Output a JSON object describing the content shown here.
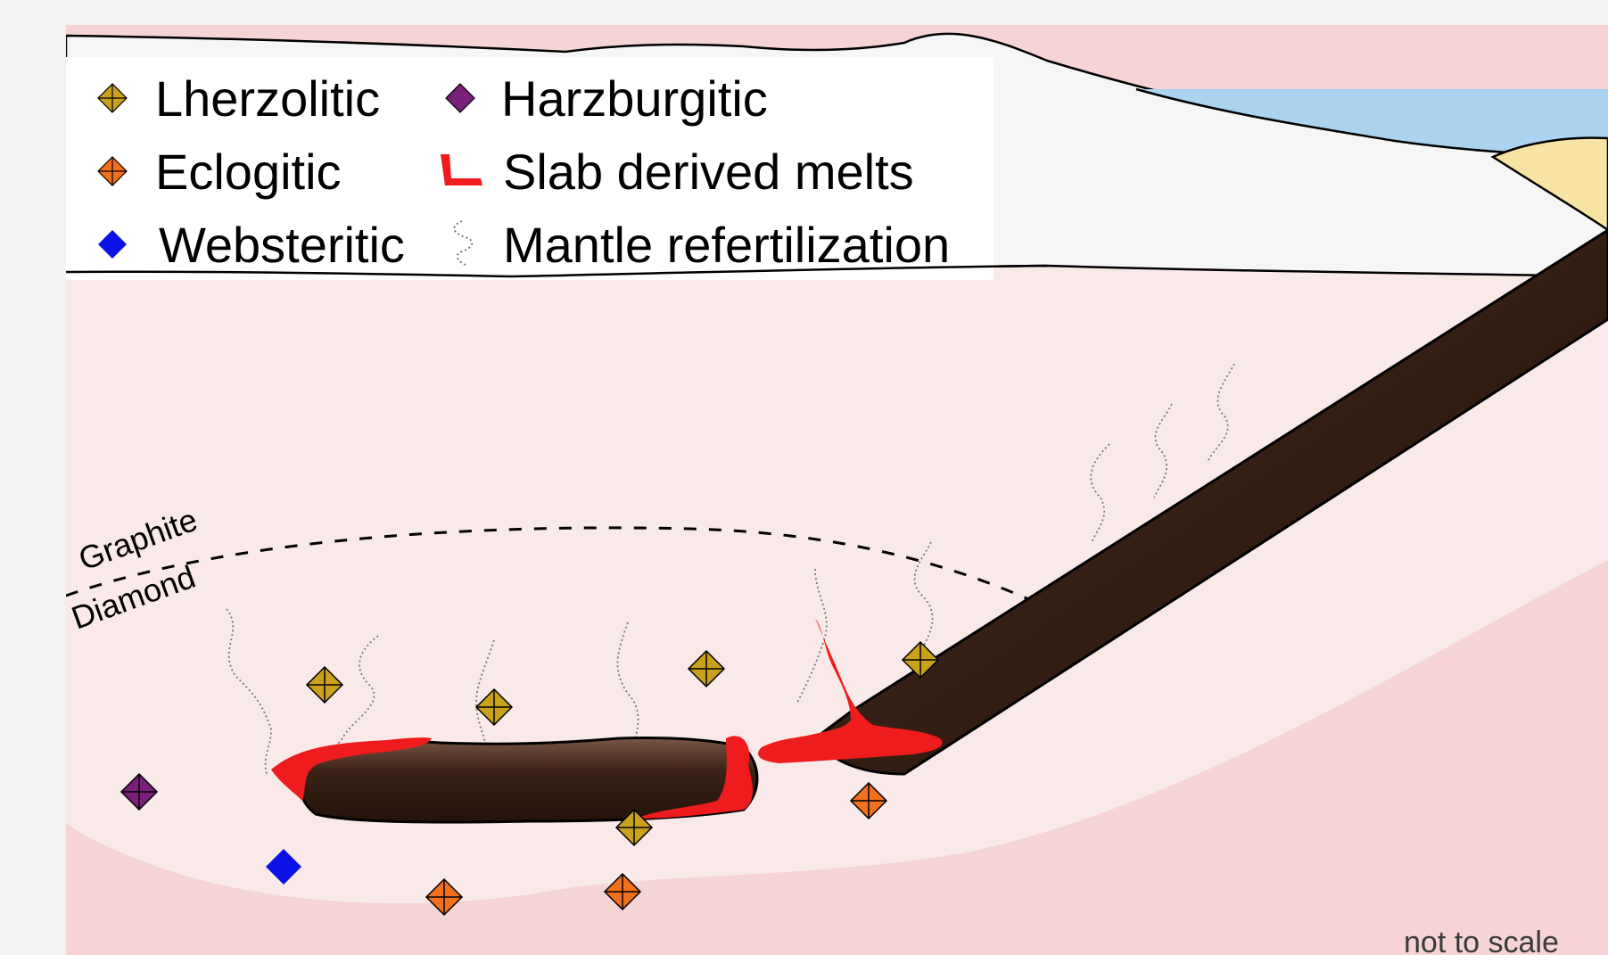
{
  "legend": {
    "items": [
      {
        "label": "Lherzolitic",
        "color": "#c9a11c",
        "marker": "diamond-cross"
      },
      {
        "label": "Harzburgitic",
        "color": "#7a1f7a",
        "marker": "diamond-cross"
      },
      {
        "label": "Eclogitic",
        "color": "#f0701e",
        "marker": "diamond-cross"
      },
      {
        "label": "Slab derived melts",
        "color": "#ee1c1c",
        "marker": "melt-icon"
      },
      {
        "label": "Websteritic",
        "color": "#0a12e6",
        "marker": "diamond"
      },
      {
        "label": "Mantle refertilization",
        "color": "#777777",
        "marker": "wavy-dotted-line-icon"
      }
    ]
  },
  "labels": {
    "graphite": "Graphite",
    "diamond": "Diamond",
    "scale_note": "not to scale"
  },
  "colors": {
    "ocean": "#a9d3ee",
    "crust": "#f6f6f6",
    "lithosphere_mantle": "#f9e9e9",
    "asthenosphere": "#f6d3d4",
    "slab": "#2e1a0f",
    "slab_highlight": "#6b4636",
    "melt": "#ee1c1c",
    "sediment": "#f7e3a3"
  }
}
